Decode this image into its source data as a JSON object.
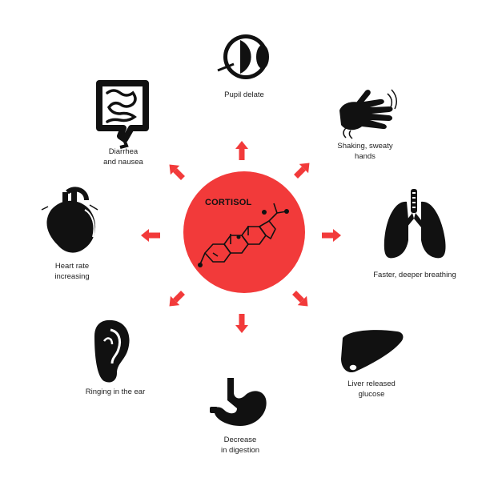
{
  "center": {
    "title": "CORTISOL"
  },
  "effects": [
    {
      "id": "pupil",
      "label": "Pupil delate",
      "icon": "eye-icon"
    },
    {
      "id": "hands",
      "label": "Shaking, sweaty\nhands",
      "icon": "shaking-hand-icon"
    },
    {
      "id": "breathing",
      "label": "Faster, deeper breathing",
      "icon": "lungs-icon"
    },
    {
      "id": "liver",
      "label": "Liver released\nglucose",
      "icon": "liver-icon"
    },
    {
      "id": "digestion",
      "label": "Decrease\nin digestion",
      "icon": "stomach-icon"
    },
    {
      "id": "ear",
      "label": "Ringing in the ear",
      "icon": "ear-icon"
    },
    {
      "id": "heart",
      "label": "Heart rate\nincreasing",
      "icon": "heart-icon"
    },
    {
      "id": "intestines",
      "label": "Diarrhea\nand nausea",
      "icon": "intestines-icon"
    }
  ],
  "colors": {
    "accent": "#f23a3a",
    "icon": "#111111",
    "text": "#222222"
  }
}
